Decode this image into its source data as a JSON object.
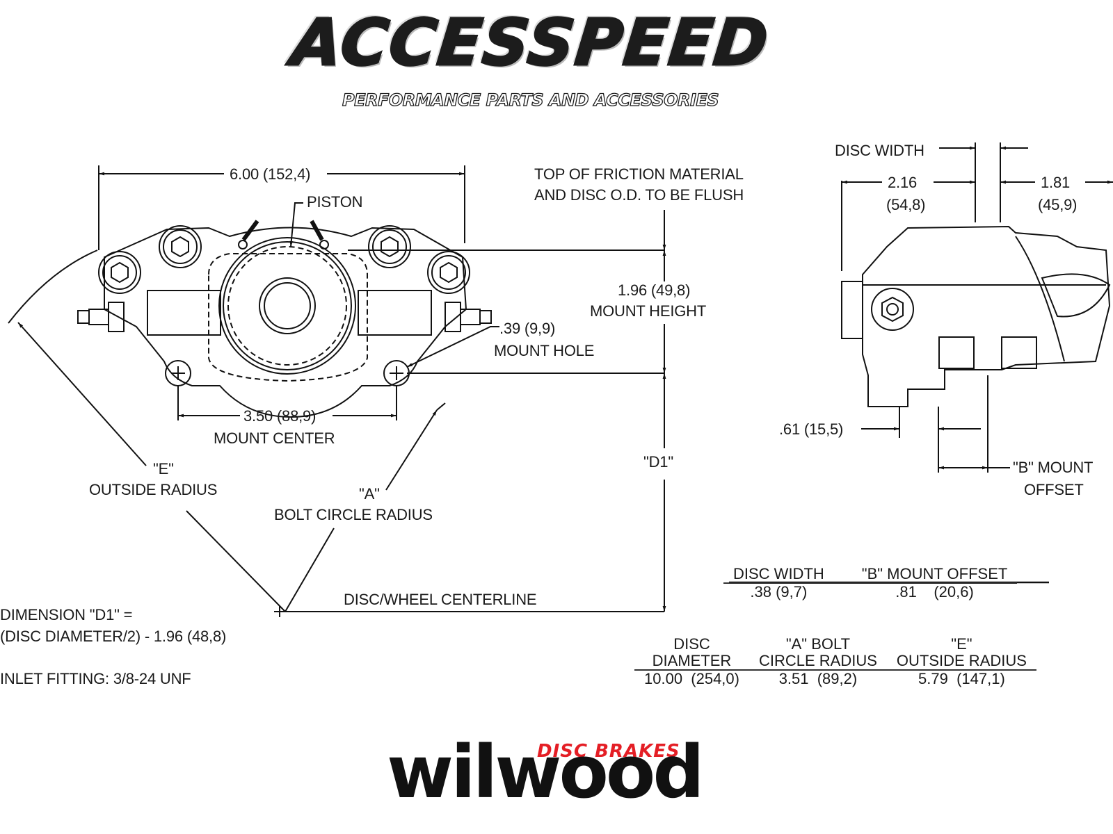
{
  "header": {
    "brand": "ACCESSPEED",
    "tagline": "PERFORMANCE PARTS AND ACCESSORIES"
  },
  "front_view": {
    "overall_width": "6.00 (152,4)",
    "piston_label": "PISTON",
    "mount_hole_dim": ".39 (9,9)",
    "mount_hole_label": "MOUNT HOLE",
    "mount_center_dim": "3.50 (88,9)",
    "mount_center_label": "MOUNT CENTER",
    "outside_radius_code": "\"E\"",
    "outside_radius_label": "OUTSIDE RADIUS",
    "bolt_circle_code": "\"A\"",
    "bolt_circle_label": "BOLT CIRCLE RADIUS",
    "centerline_label": "DISC/WHEEL CENTERLINE"
  },
  "height_callouts": {
    "flush_note_line1": "TOP OF FRICTION MATERIAL",
    "flush_note_line2": "AND DISC O.D. TO BE FLUSH",
    "mount_height_dim": "1.96 (49,8)",
    "mount_height_label": "MOUNT HEIGHT",
    "d1_label": "\"D1\""
  },
  "side_view": {
    "disc_width_label": "DISC WIDTH",
    "left_dim": "2.16",
    "left_dim_mm": "(54,8)",
    "right_dim": "1.81",
    "right_dim_mm": "(45,9)",
    "bottom_dim": ".61 (15,5)",
    "b_offset_line1": "\"B\" MOUNT",
    "b_offset_line2": "OFFSET"
  },
  "notes": {
    "d1_formula_line1": "DIMENSION \"D1\" =",
    "d1_formula_line2": "(DISC DIAMETER/2) - 1.96 (48,8)",
    "inlet_fitting": "INLET FITTING: 3/8-24 UNF"
  },
  "table_disc": {
    "headers": [
      "DISC WIDTH",
      "\"B\" MOUNT OFFSET"
    ],
    "values": [
      ".38  (9,7)",
      ".81    (20,6)"
    ]
  },
  "table_radius": {
    "headers_line1": [
      "DISC",
      "\"A\" BOLT",
      "\"E\""
    ],
    "headers_line2": [
      "DIAMETER",
      "CIRCLE RADIUS",
      "OUTSIDE RADIUS"
    ],
    "values": [
      "10.00  (254,0)",
      "3.51  (89,2)",
      "5.79  (147,1)"
    ]
  },
  "footer": {
    "brand": "wilwood",
    "product_line": "DISC BRAKES",
    "accent_color": "#e41e25"
  }
}
